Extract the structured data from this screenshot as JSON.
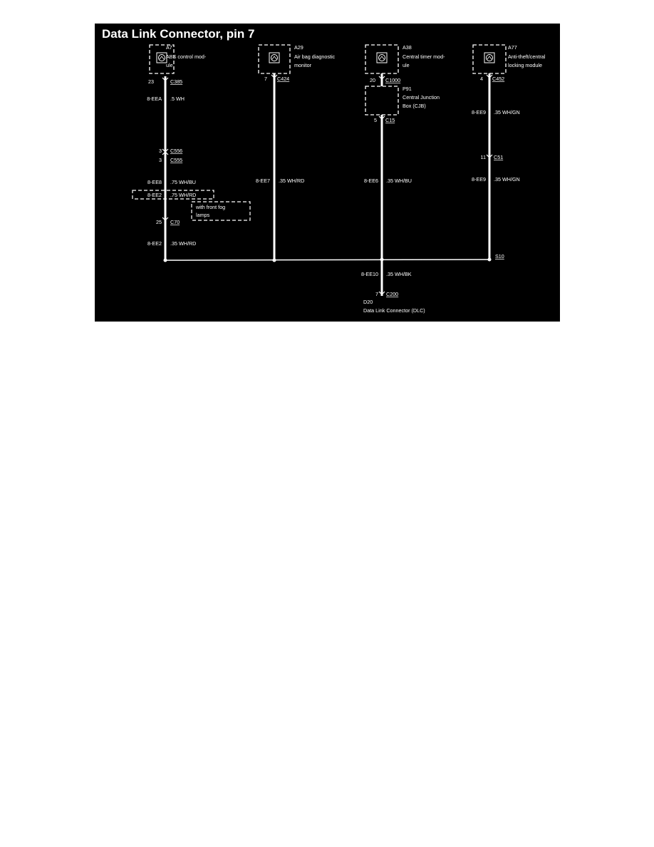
{
  "title": "Data Link Connector, pin 7",
  "modules": [
    {
      "id": "A7",
      "name_line1": "ABS control mod-",
      "name_line2": "ule",
      "pin": "23",
      "connector": "C385"
    },
    {
      "id": "A29",
      "name_line1": "Air bag diagnostic",
      "name_line2": "monitor",
      "pin": "7",
      "connector": "C424"
    },
    {
      "id": "A38",
      "name_line1": "Central timer mod-",
      "name_line2": "ule",
      "pin": "20",
      "connector": "C1000"
    },
    {
      "id": "A77",
      "name_line1": "Anti-theft/central",
      "name_line2": "locking module",
      "pin": "4",
      "connector": "C452"
    }
  ],
  "junction_box": {
    "id": "P91",
    "name_line1": "Central Junction",
    "name_line2": "Box (CJB)",
    "pin": "5",
    "connector": "C15"
  },
  "connectors": {
    "c556": {
      "pin": "3",
      "label": "C556"
    },
    "c555": {
      "pin": "3",
      "label": "C555"
    },
    "c70": {
      "pin": "25",
      "label": "C70"
    },
    "c51": {
      "pin": "11",
      "label": "C51"
    },
    "c200": {
      "pin": "7",
      "label": "C200"
    }
  },
  "wires": {
    "a7_top": {
      "circuit": "8-EEA",
      "spec": ".5 WH"
    },
    "a7_mid": {
      "circuit": "8-EE8",
      "spec": ".75 WH/BU"
    },
    "a7_opt": {
      "circuit": "8-EE2",
      "spec": ".75 WH/RD"
    },
    "a7_bot": {
      "circuit": "8-EE2",
      "spec": ".35 WH/RD"
    },
    "a29": {
      "circuit": "8-EE7",
      "spec": ".35 WH/RD"
    },
    "a38": {
      "circuit": "8-EE6",
      "spec": ".35 WH/BU"
    },
    "a77_top": {
      "circuit": "8-EE9",
      "spec": ".35 WH/GN"
    },
    "a77_bot": {
      "circuit": "8-EE9",
      "spec": ".35 WH/GN"
    },
    "dlc": {
      "circuit": "8-EE10",
      "spec": ".35 WH/BK"
    }
  },
  "option_note": {
    "line1": "with front fog",
    "line2": "lamps"
  },
  "splice": {
    "label": "S10"
  },
  "dlc": {
    "id": "D20",
    "name": "Data Link Connector (DLC)"
  },
  "colors": {
    "background": "#000000",
    "wire": "#ffffff",
    "page": "#ffffff"
  }
}
